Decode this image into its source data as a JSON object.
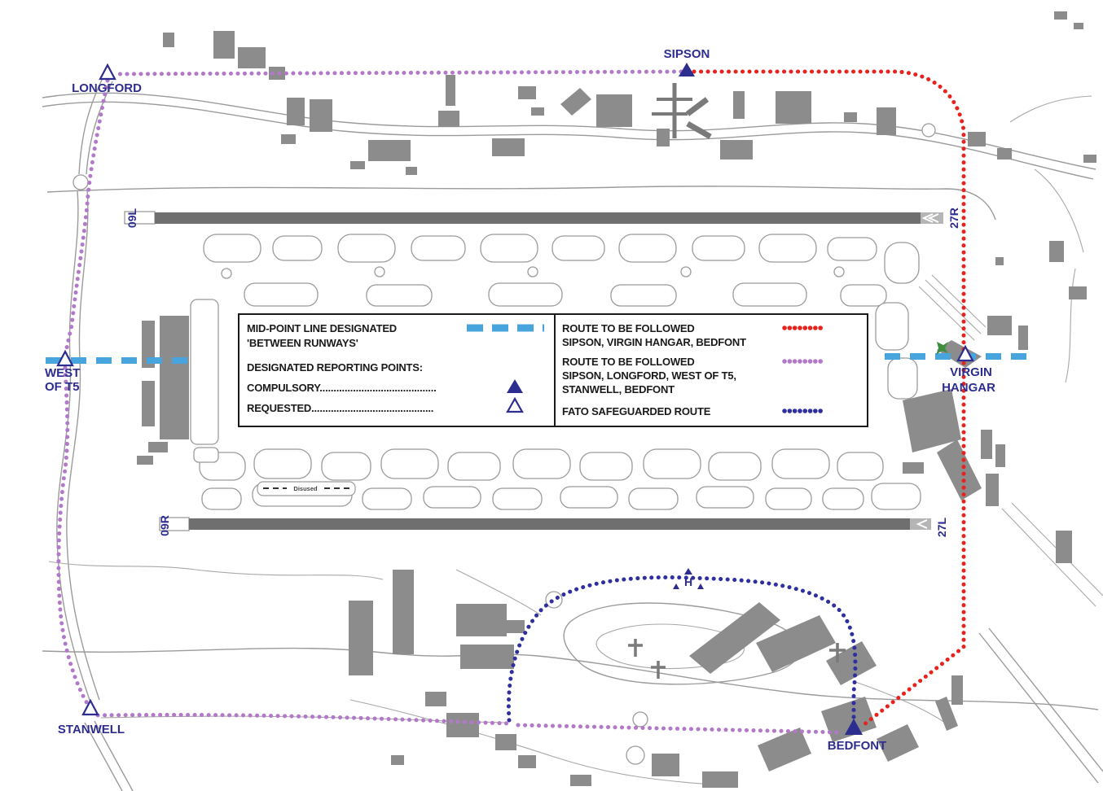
{
  "map": {
    "place_labels": {
      "sipson": "SIPSON",
      "longford": "LONGFORD",
      "west_of_t5_line1": "WEST",
      "west_of_t5_line2": "OF T5",
      "stanwell": "STANWELL",
      "bedfont": "BEDFONT",
      "virgin_hangar_line1": "VIRGIN",
      "virgin_hangar_line2": "HANGAR"
    },
    "runway_labels": {
      "r09l": "09L",
      "r27r": "27R",
      "r09r": "09R",
      "r27l": "27L"
    },
    "markers": {
      "helipad": "H",
      "disused": "Disused"
    },
    "colors": {
      "red_route": "#e8231d",
      "purple_route": "#b279c9",
      "fato_route": "#2f2f9d",
      "midpoint_line": "#47a4dd",
      "navy": "#2d2d8f",
      "label": "#2d2d8f",
      "green_symbol": "#3e8e3e"
    }
  },
  "legend": {
    "midpoint": {
      "line1": "MID-POINT LINE DESIGNATED",
      "line2": "'BETWEEN RUNWAYS'"
    },
    "reporting": {
      "heading": "DESIGNATED REPORTING POINTS:",
      "compulsory": "COMPULSORY..........................................",
      "requested": "REQUESTED............................................"
    },
    "routes": {
      "red": {
        "line1": "ROUTE TO BE FOLLOWED",
        "line2": "SIPSON, VIRGIN HANGAR, BEDFONT"
      },
      "purple": {
        "line1": "ROUTE TO BE FOLLOWED",
        "line2": "SIPSON, LONGFORD, WEST OF T5,",
        "line3": "STANWELL, BEDFONT"
      },
      "fato": {
        "label": "FATO SAFEGUARDED ROUTE"
      }
    }
  }
}
